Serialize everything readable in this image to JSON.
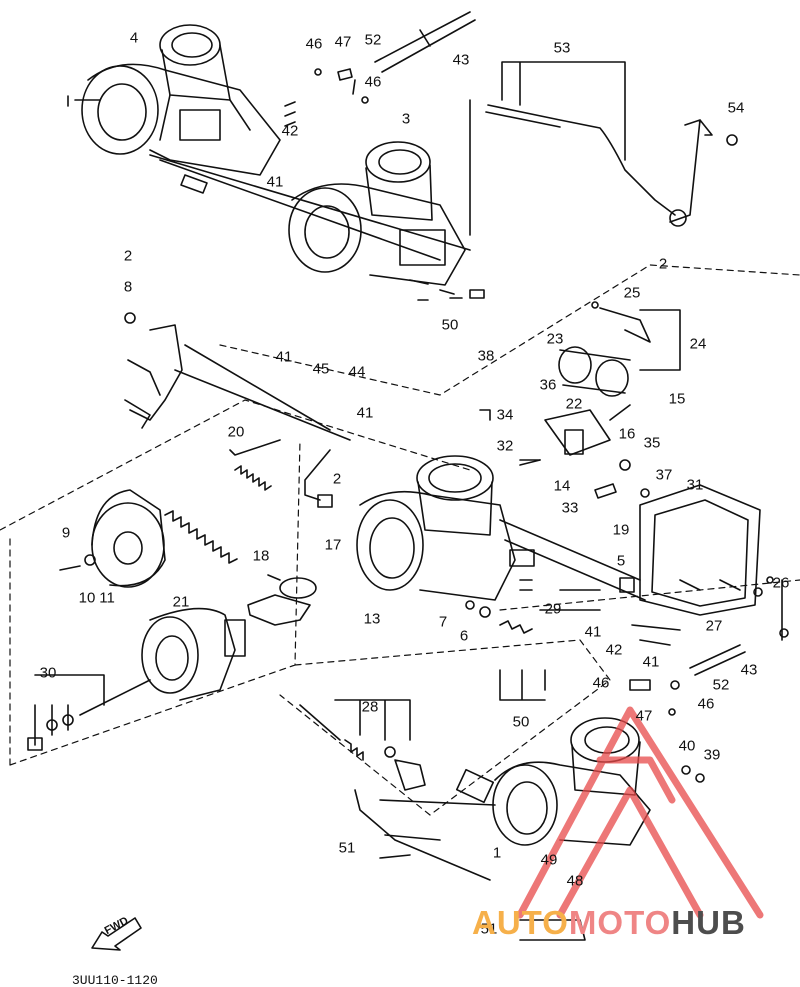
{
  "callouts": [
    {
      "id": "c-4",
      "label": "4"
    },
    {
      "id": "c-46a",
      "label": "46"
    },
    {
      "id": "c-47a",
      "label": "47"
    },
    {
      "id": "c-52a",
      "label": "52"
    },
    {
      "id": "c-43a",
      "label": "43"
    },
    {
      "id": "c-53",
      "label": "53"
    },
    {
      "id": "c-46b",
      "label": "46"
    },
    {
      "id": "c-54",
      "label": "54"
    },
    {
      "id": "c-42a",
      "label": "42"
    },
    {
      "id": "c-3",
      "label": "3"
    },
    {
      "id": "c-41a",
      "label": "41"
    },
    {
      "id": "c-2a",
      "label": "2"
    },
    {
      "id": "c-8",
      "label": "8"
    },
    {
      "id": "c-2b",
      "label": "2"
    },
    {
      "id": "c-25",
      "label": "25"
    },
    {
      "id": "c-50a",
      "label": "50"
    },
    {
      "id": "c-24",
      "label": "24"
    },
    {
      "id": "c-23",
      "label": "23"
    },
    {
      "id": "c-38",
      "label": "38"
    },
    {
      "id": "c-41b",
      "label": "41"
    },
    {
      "id": "c-45",
      "label": "45"
    },
    {
      "id": "c-44",
      "label": "44"
    },
    {
      "id": "c-41c",
      "label": "41"
    },
    {
      "id": "c-36",
      "label": "36"
    },
    {
      "id": "c-22",
      "label": "22"
    },
    {
      "id": "c-15",
      "label": "15"
    },
    {
      "id": "c-34",
      "label": "34"
    },
    {
      "id": "c-16",
      "label": "16"
    },
    {
      "id": "c-20",
      "label": "20"
    },
    {
      "id": "c-32",
      "label": "32"
    },
    {
      "id": "c-35",
      "label": "35"
    },
    {
      "id": "c-37",
      "label": "37"
    },
    {
      "id": "c-14",
      "label": "14"
    },
    {
      "id": "c-31",
      "label": "31"
    },
    {
      "id": "c-2c",
      "label": "2"
    },
    {
      "id": "c-33",
      "label": "33"
    },
    {
      "id": "c-19",
      "label": "19"
    },
    {
      "id": "c-9",
      "label": "9"
    },
    {
      "id": "c-17",
      "label": "17"
    },
    {
      "id": "c-18",
      "label": "18"
    },
    {
      "id": "c-5",
      "label": "5"
    },
    {
      "id": "c-10",
      "label": "10"
    },
    {
      "id": "c-11",
      "label": "11"
    },
    {
      "id": "c-26",
      "label": "26"
    },
    {
      "id": "c-29",
      "label": "29"
    },
    {
      "id": "c-13",
      "label": "13"
    },
    {
      "id": "c-21",
      "label": "21"
    },
    {
      "id": "c-7",
      "label": "7"
    },
    {
      "id": "c-6",
      "label": "6"
    },
    {
      "id": "c-41d",
      "label": "41"
    },
    {
      "id": "c-27",
      "label": "27"
    },
    {
      "id": "c-42b",
      "label": "42"
    },
    {
      "id": "c-41e",
      "label": "41"
    },
    {
      "id": "c-43b",
      "label": "43"
    },
    {
      "id": "c-30",
      "label": "30"
    },
    {
      "id": "c-46c",
      "label": "46"
    },
    {
      "id": "c-52b",
      "label": "52"
    },
    {
      "id": "c-50b",
      "label": "50"
    },
    {
      "id": "c-47b",
      "label": "47"
    },
    {
      "id": "c-46d",
      "label": "46"
    },
    {
      "id": "c-28",
      "label": "28"
    },
    {
      "id": "c-40",
      "label": "40"
    },
    {
      "id": "c-39",
      "label": "39"
    },
    {
      "id": "c-1",
      "label": "1"
    },
    {
      "id": "c-51a",
      "label": "51"
    },
    {
      "id": "c-49",
      "label": "49"
    },
    {
      "id": "c-48",
      "label": "48"
    },
    {
      "id": "c-51b",
      "label": "51"
    }
  ],
  "footer_code": "3UU110-1120",
  "fwd_label": "FWD",
  "watermark": {
    "part1": "AUTO",
    "part2": "MOTO",
    "part3": "HUB",
    "color1": "#f6b04a",
    "color2": "#ef8585",
    "color3": "#4d4d4d",
    "logo_color": "#e84a4a"
  }
}
